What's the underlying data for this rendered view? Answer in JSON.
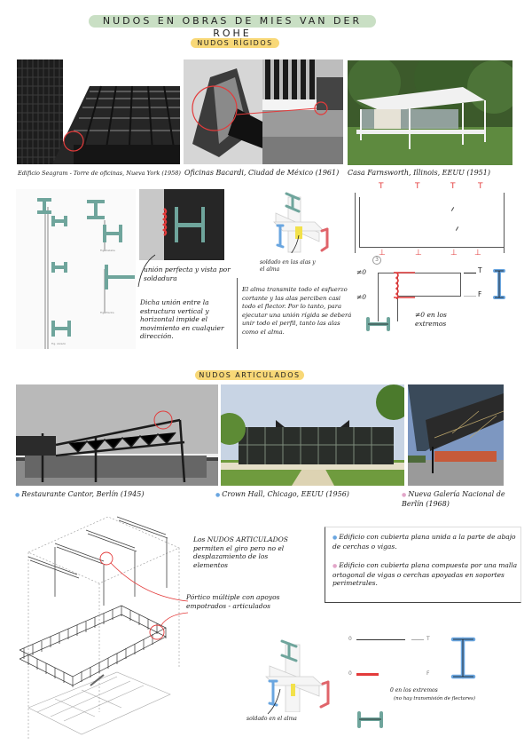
{
  "header": {
    "title": "Nudos en obras de Mies van der Rohe",
    "section_rigid": "Nudos rígidos",
    "section_articulated": "Nudos articulados"
  },
  "colors": {
    "title_highlight": "#c9dfc4",
    "section_highlight": "#f8d877",
    "red_annotation": "#e33b3b",
    "teal_profile": "#6fa59c",
    "blue_profile": "#6aa6e0",
    "red_profile": "#e0646a",
    "yellow_weld": "#f2e14b",
    "pink_bullet": "#e2a6c9"
  },
  "rigid": {
    "photos": [
      {
        "caption": "Edificio Seagram - Torre de oficinas, Nueva York (1958)"
      },
      {
        "caption": "Oficinas Bacardi, Ciudad de México (1961)"
      },
      {
        "caption": "Casa Farnsworth, Illinois, EEUU (1951)"
      }
    ],
    "detail_note_1": "unión perfecta y vista por soldadura",
    "detail_note_2": "Dicha unión entre la estructura vertical y horizontal impide el movimiento en cualquier dirección.",
    "axon_label": "soldado en las alas y el alma",
    "axon_note": "El alma transmite todo el esfuerzo cortante y las alas perciben casi todo el flector. Por lo tanto, para ejecutar una unión rígida se deberá unir todo el perfil, tanto las alas como el alma.",
    "frame_top_marks": [
      "T",
      "T",
      "T",
      "T"
    ],
    "frame_bottom_marks": [
      "⊥",
      "⊥",
      "⊥",
      "⊥"
    ],
    "moment_diagram": {
      "circle_label": "3",
      "left_top": "≠0",
      "left_bottom": "≠0",
      "right_top": "T",
      "right_bottom": "F",
      "note": "≠0 en los extremos"
    }
  },
  "articulated": {
    "photos": [
      {
        "caption": "Restaurante Cantor, Berlín (1945)",
        "bullet": "blue"
      },
      {
        "caption": "Crown Hall, Chicago, EEUU (1956)",
        "bullet": "blue"
      },
      {
        "caption": "Nueva Galería Nacional de Berlín (1968)",
        "bullet": "pink"
      }
    ],
    "definition": "Los NUDOS ARTICULADOS permiten el giro pero no el desplazamiento de los elementos",
    "portico_note": "Pórtico múltiple con apoyos empotrados - articulados",
    "legend": [
      {
        "bullet": "blue",
        "text": "Edificio con cubierta plana unida a la parte de abajo de cerchas o vigas."
      },
      {
        "bullet": "pink",
        "text": "Edificio con cubierta plana compuesta por una malla ortogonal de vigas o cerchas apoyadas en soportes perimetrales."
      }
    ],
    "axon_label": "soldado en el alma",
    "moment_diagram": {
      "left_top": "0",
      "left_bottom": "0",
      "right_top": "T",
      "right_bottom": "F",
      "note_1": "0 en los extremos",
      "note_2": "(no hay transmisión de flectores)"
    }
  }
}
